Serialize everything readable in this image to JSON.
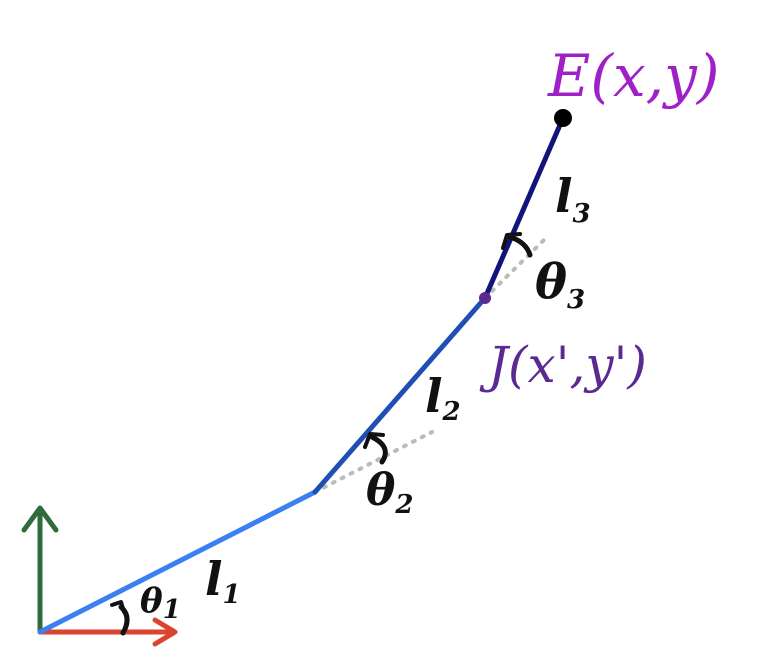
{
  "diagram": {
    "labels": {
      "end_effector": "E(x,y)",
      "joint": "J(x',y')",
      "link1_l": "l",
      "link1_sub": "1",
      "link2_l": "l",
      "link2_sub": "2",
      "link3_l": "l",
      "link3_sub": "3",
      "theta1": "θ",
      "theta1_sub": "1",
      "theta2": "θ",
      "theta2_sub": "2",
      "theta3": "θ",
      "theta3_sub": "3"
    },
    "colors": {
      "axis_x": "#d9452e",
      "axis_y": "#2f6b3c",
      "link1": "#3b7ff0",
      "link2": "#1f4fb4",
      "link3": "#12147a",
      "extension": "#bbbbbb",
      "end_label": "#a020c8",
      "joint_label": "#5a2a92",
      "ink": "#111111"
    }
  }
}
